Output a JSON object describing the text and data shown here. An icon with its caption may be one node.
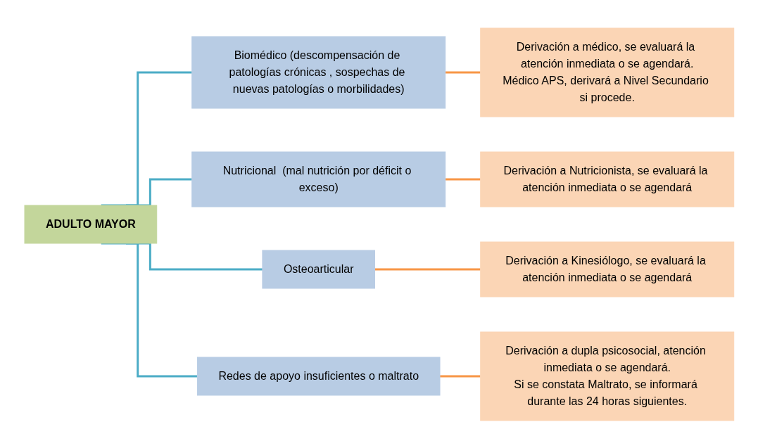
{
  "diagram": {
    "nodes": [
      {
        "text": [
          "ADULTO MAYOR"
        ]
      },
      {
        "text": [
          "Biomédico (descompensación de patologías crónicas , sospechas de nuevas patologías o morbilidades)"
        ]
      },
      {
        "text": [
          "Nutricional  (mal nutrición por déficit o exceso)"
        ]
      },
      {
        "text": [
          "Osteoarticular"
        ]
      },
      {
        "text": [
          "Redes de apoyo insuficientes  o maltrato"
        ]
      },
      {
        "text": [
          "Derivación a médico, se evaluará la atención inmediata o se agendará.",
          "Médico APS, derivará a Nivel Secundario si procede."
        ]
      },
      {
        "text": [
          "Derivación a Nutricionista, se evaluará la atención inmediata o se agendará"
        ]
      },
      {
        "text": [
          "Derivación a Kinesiólogo, se evaluará la atención inmediata o se agendará"
        ]
      },
      {
        "text": [
          "Derivación a dupla psicosocial, atención inmediata o se agendará.",
          "Si se constata Maltrato, se informará durante las 24 horas siguientes."
        ]
      }
    ],
    "edges": [
      {
        "from": 0,
        "to": 1,
        "arrow": "none",
        "color": "#4bacc6"
      },
      {
        "from": 0,
        "to": 2,
        "arrow": "none",
        "color": "#4bacc6"
      },
      {
        "from": 0,
        "to": 3,
        "arrow": "none",
        "color": "#4bacc6"
      },
      {
        "from": 0,
        "to": 4,
        "arrow": "none",
        "color": "#4bacc6"
      },
      {
        "from": 1,
        "to": 5,
        "arrow": "none",
        "color": "#f79646"
      },
      {
        "from": 2,
        "to": 6,
        "arrow": "none",
        "color": "#f79646"
      },
      {
        "from": 3,
        "to": 7,
        "arrow": "none",
        "color": "#f79646"
      },
      {
        "from": 4,
        "to": 8,
        "arrow": "none",
        "color": "#f79646"
      }
    ]
  }
}
